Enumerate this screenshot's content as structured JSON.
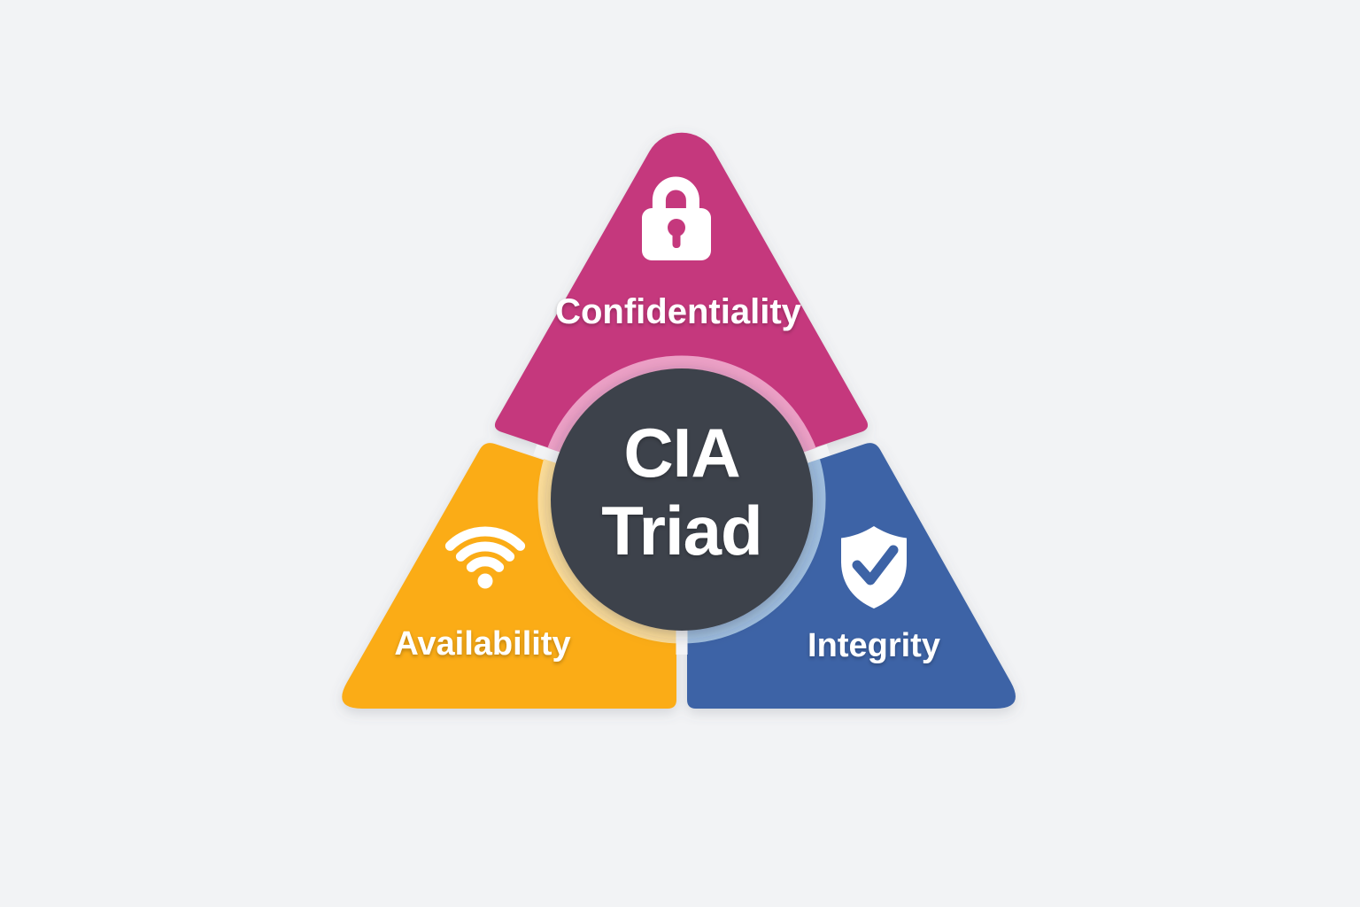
{
  "diagram": {
    "name": "CIA Triad",
    "center": {
      "line1": "CIA",
      "line2": "Triad"
    },
    "sections": {
      "confidentiality": {
        "label": "Confidentiality",
        "icon": "lock-icon",
        "color": "#C5387D",
        "ring_color": "#ECA0C6"
      },
      "availability": {
        "label": "Availability",
        "icon": "wifi-icon",
        "color": "#FBAC13",
        "ring_color": "#FBDC99"
      },
      "integrity": {
        "label": "Integrity",
        "icon": "shield-check-icon",
        "color": "#3D63A6",
        "ring_color": "#9FBEDF"
      }
    },
    "colors": {
      "background": "#F2F3F5",
      "center_circle": "#3E434C",
      "label_text": "#FFFFFF",
      "icon_white": "#FFFFFF"
    }
  }
}
